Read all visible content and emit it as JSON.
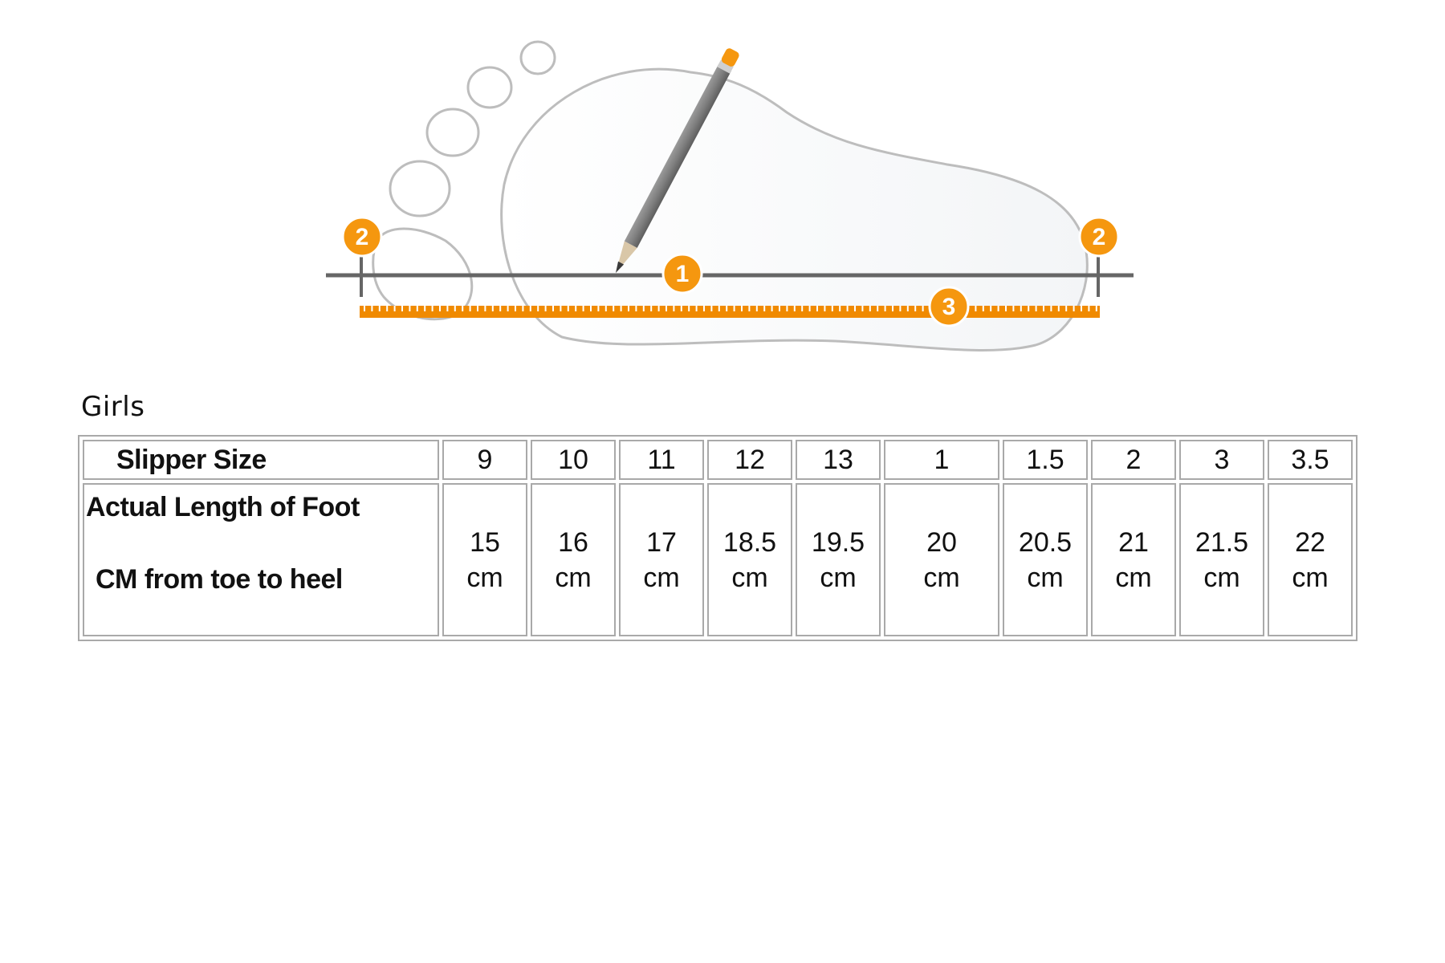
{
  "diagram": {
    "badges": [
      "1",
      "2",
      "2",
      "3"
    ],
    "colors": {
      "accent": "#f5970f",
      "ruler": "#f08a00",
      "outline": "#bdbdbd",
      "pencil": "#8c8c8c",
      "line": "#666666"
    }
  },
  "section_label": "Girls",
  "table": {
    "size_header": "Slipper Size",
    "length_header_line1": "Actual Length of Foot",
    "length_header_line2": "CM  from toe to heel",
    "unit": "cm",
    "columns": [
      {
        "size": "9",
        "length": "15"
      },
      {
        "size": "10",
        "length": "16"
      },
      {
        "size": "11",
        "length": "17"
      },
      {
        "size": "12",
        "length": "18.5"
      },
      {
        "size": "13",
        "length": "19.5"
      },
      {
        "size": "1",
        "length": "20"
      },
      {
        "size": "1.5",
        "length": "20.5"
      },
      {
        "size": "2",
        "length": "21"
      },
      {
        "size": "3",
        "length": "21.5"
      },
      {
        "size": "3.5",
        "length": "22"
      }
    ]
  }
}
